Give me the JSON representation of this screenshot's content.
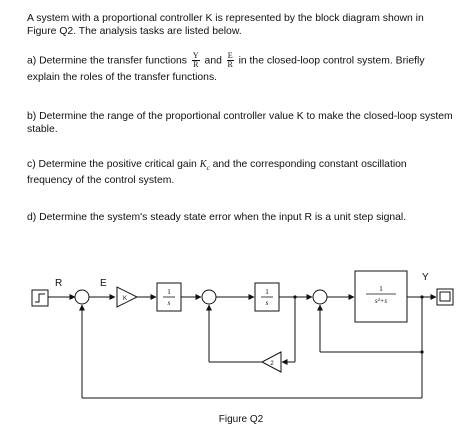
{
  "intro": {
    "line1": "A system with a proportional controller K is represented by the block diagram shown in",
    "line2": "Figure Q2. The analysis tasks are listed below."
  },
  "part_a": {
    "prefix": "a) Determine the transfer functions",
    "frac1_num": "Y",
    "frac1_den": "R",
    "mid": "and",
    "frac2_num": "E",
    "frac2_den": "R",
    "suffix": "in the closed-loop control system. Briefly",
    "line2": "explain the roles of the transfer functions."
  },
  "part_b": {
    "line1": "b) Determine the range of the proportional controller value K to make the closed-loop system",
    "line2": "stable."
  },
  "part_c": {
    "prefix": "c) Determine the positive critical gain",
    "symbol": "K",
    "subscript": "c",
    "suffix": "and the corresponding constant oscillation",
    "line2": "frequency of the control system."
  },
  "part_d": {
    "line1": "d) Determine the system's steady state error when the input R is a unit step signal."
  },
  "diagram": {
    "label_r": "R",
    "label_e": "E",
    "label_y": "Y",
    "gain_k": "K",
    "integrator1_num": "1",
    "integrator1_den": "s",
    "integrator2_num": "1",
    "integrator2_den": "s",
    "plant_num": "1",
    "plant_den": "s²+s",
    "feedback_gain": "2"
  },
  "caption": "Figure Q2"
}
